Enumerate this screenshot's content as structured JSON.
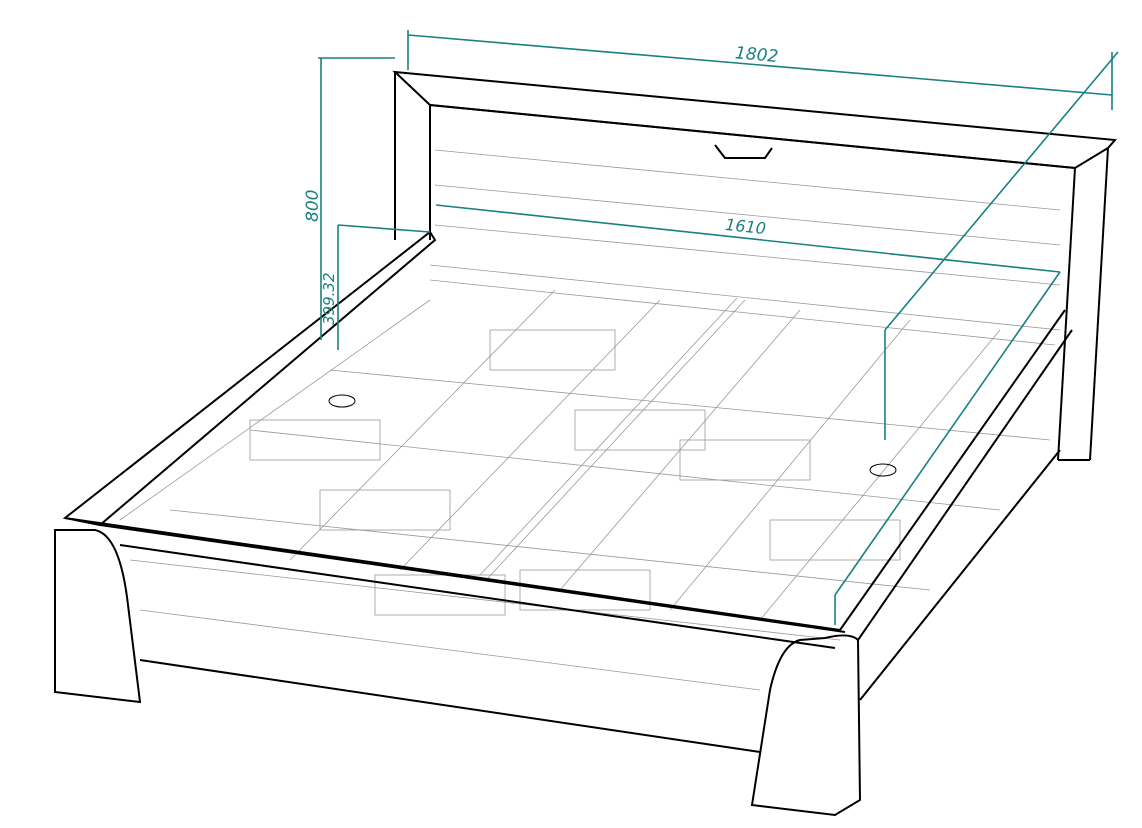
{
  "drawing": {
    "dimensions": {
      "overall_width": "1802",
      "inner_width": "1610",
      "headboard_height": "800",
      "side_height": "399.32"
    },
    "colors": {
      "dimension": "#1a8080",
      "outline": "#000000",
      "hidden": "#888888"
    }
  }
}
